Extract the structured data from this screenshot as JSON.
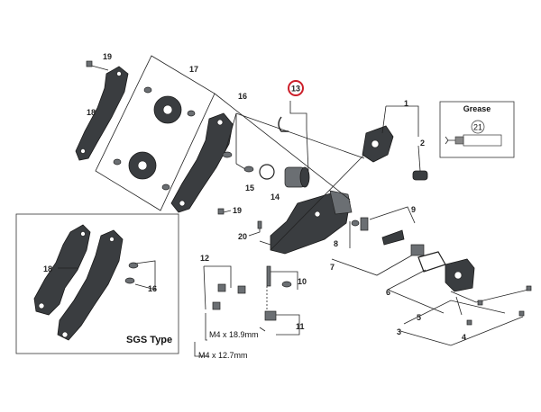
{
  "callouts": {
    "n1": "1",
    "n2": "2",
    "n3": "3",
    "n4": "4",
    "n5": "5",
    "n6": "6",
    "n7": "7",
    "n8": "8",
    "n9": "9",
    "n10": "10",
    "n11": "11",
    "n12": "12",
    "n13": "13",
    "n14": "14",
    "n15": "15",
    "n16": "16",
    "n16b": "16",
    "n17": "17",
    "n18": "18",
    "n18b": "18",
    "n19": "19",
    "n19b": "19",
    "n20": "20"
  },
  "highlight_color": "#cc1f2a",
  "grease": {
    "title": "Grease",
    "number": "21"
  },
  "sgs_label": "SGS Type",
  "bolt_labels": {
    "m4_189": "M4 x 18.9mm",
    "m4_127": "M4 x 12.7mm"
  }
}
